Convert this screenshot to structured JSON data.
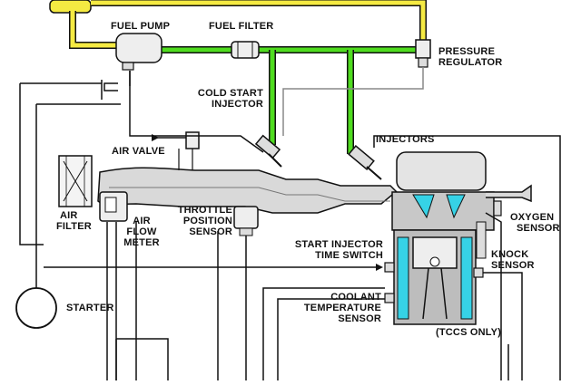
{
  "labels": {
    "fuel_pump": "FUEL PUMP",
    "fuel_filter": "FUEL FILTER",
    "pressure_regulator_1": "PRESSURE",
    "pressure_regulator_2": "REGULATOR",
    "cold_start_injector_1": "COLD START",
    "cold_start_injector_2": "INJECTOR",
    "injectors": "INJECTORS",
    "air_valve": "AIR VALVE",
    "air_filter_1": "AIR",
    "air_filter_2": "FILTER",
    "air_flow_meter_1": "AIR",
    "air_flow_meter_2": "FLOW",
    "air_flow_meter_3": "METER",
    "throttle_position_sensor_1": "THROTTLE",
    "throttle_position_sensor_2": "POSITION",
    "throttle_position_sensor_3": "SENSOR",
    "oxygen_sensor_1": "OXYGEN",
    "oxygen_sensor_2": "SENSOR",
    "start_injector_time_switch_1": "START INJECTOR",
    "start_injector_time_switch_2": "TIME SWITCH",
    "knock_sensor_1": "KNOCK",
    "knock_sensor_2": "SENSOR",
    "coolant_temperature_sensor_1": "COOLANT",
    "coolant_temperature_sensor_2": "TEMPERATURE",
    "coolant_temperature_sensor_3": "SENSOR",
    "starter": "STARTER",
    "tccs_only": "(TCCS ONLY)"
  },
  "colors": {
    "fuel_supply_line": "#f5ea42",
    "fuel_pressure_line": "#4fdc1f",
    "coolant_passage": "#36d2e6",
    "wiring": "#111111",
    "intake_duct": "#d9d9d9",
    "engine_block": "#c8c8c8"
  }
}
